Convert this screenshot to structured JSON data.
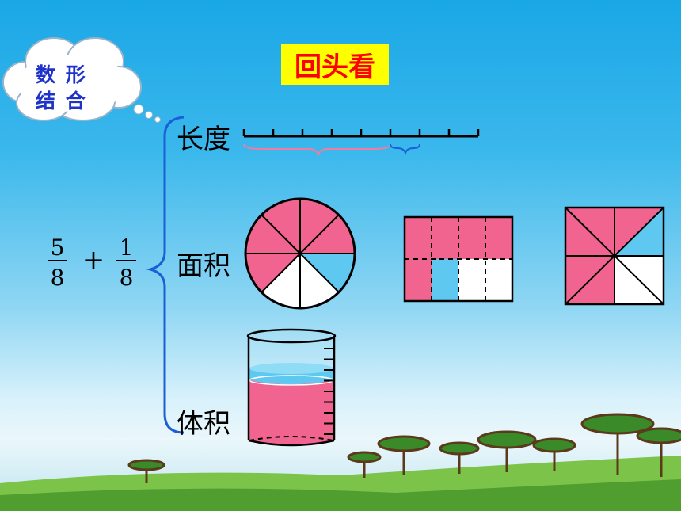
{
  "title": "回头看",
  "cloud": {
    "line1": "数 形",
    "line2": "结 合"
  },
  "expression": {
    "fraction1": {
      "numerator": "5",
      "denominator": "8"
    },
    "operator": "+",
    "fraction2": {
      "numerator": "1",
      "denominator": "8"
    }
  },
  "categories": {
    "length": "长度",
    "area": "面积",
    "volume": "体积"
  },
  "model": {
    "parts": 8,
    "pink": 5,
    "blue": 1
  },
  "colors": {
    "pink": "#f0648f",
    "blue": "#5ec8f0",
    "brace": "#1a5fd6",
    "title_bg": "#ffff00",
    "title_fg": "#ff0000",
    "cloud_text": "#1f33c8"
  }
}
